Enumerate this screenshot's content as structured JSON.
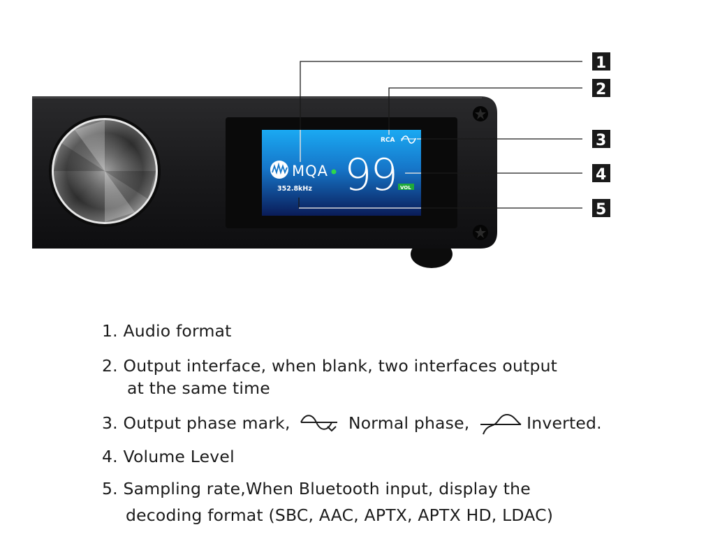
{
  "screen": {
    "format_logo": "MQA",
    "sample_rate": "352.8kHz",
    "output": "RCA",
    "volume": "99",
    "volume_badge": "VOL"
  },
  "callouts": [
    "1",
    "2",
    "3",
    "4",
    "5"
  ],
  "legend": {
    "item1": "1. Audio format",
    "item2_line1": "2. Output interface, when blank, two interfaces output",
    "item2_line2": "at the same time",
    "item3_prefix": "3. Output phase mark,",
    "item3_normal": "Normal phase,",
    "item3_inverted": "Inverted.",
    "item4": "4. Volume Level",
    "item5_line1": "5. Sampling rate,When Bluetooth input, display the",
    "item5_line2": "decoding format (SBC, AAC, APTX, APTX HD,  LDAC)"
  },
  "icons": {
    "knob": "volume-knob",
    "screws": "screw-icon",
    "mqa": "mqa-logo-icon",
    "phase_normal": "normal-phase-icon",
    "phase_inverted": "inverted-phase-icon"
  },
  "colors": {
    "panel": "#1b1b1d",
    "screen_top": "#19a8f0",
    "screen_bottom": "#0b1f5c",
    "vol_badge": "#1faa3a",
    "callout_box": "#1a1a1a"
  }
}
